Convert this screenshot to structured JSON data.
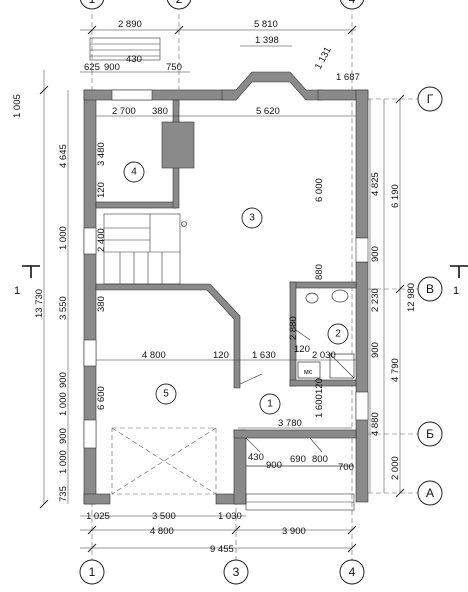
{
  "axes": {
    "top": [
      "1",
      "2",
      "4"
    ],
    "bottom": [
      "1",
      "3",
      "4"
    ],
    "right": [
      "Г",
      "В",
      "Б",
      "А"
    ]
  },
  "section": {
    "left": "1",
    "right": "1"
  },
  "rooms": [
    "3",
    "4",
    "2",
    "1",
    "5"
  ],
  "dims": {
    "top_row1": [
      "2 890",
      "5 810"
    ],
    "top_row2": [
      "1 398",
      "1 131",
      "1 687"
    ],
    "top_row3": [
      "625",
      "900",
      "430",
      "750"
    ],
    "interior_top": [
      "2 700",
      "380",
      "5 620"
    ],
    "mid_row": [
      "4 800",
      "120",
      "1 630",
      "120",
      "2 030"
    ],
    "right_lower": [
      "3 780"
    ],
    "stair_row": [
      "430",
      "900",
      "690",
      "800",
      "700"
    ],
    "bottom_row1": [
      "1 025",
      "3 500",
      "1 030"
    ],
    "bottom_row2": [
      "4 800",
      "3 900"
    ],
    "bottom_total": [
      "9 455"
    ],
    "left_outer": [
      "1 005",
      "13 730"
    ],
    "left_inner": [
      "4 645",
      "1 000",
      "3 550",
      "900",
      "1 000",
      "900",
      "1 000",
      "735"
    ],
    "left_room": [
      "3 480",
      "120",
      "2 400",
      "380",
      "6 600"
    ],
    "interior_v": [
      "6 000",
      "880",
      "2 880",
      "120",
      "1 600"
    ],
    "right_inner": [
      "4 825",
      "900",
      "2 230",
      "900",
      "4 880",
      "2 000"
    ],
    "right_outer": [
      "6 190",
      "12 980",
      "4 790"
    ],
    "wc": [
      "мс"
    ]
  }
}
